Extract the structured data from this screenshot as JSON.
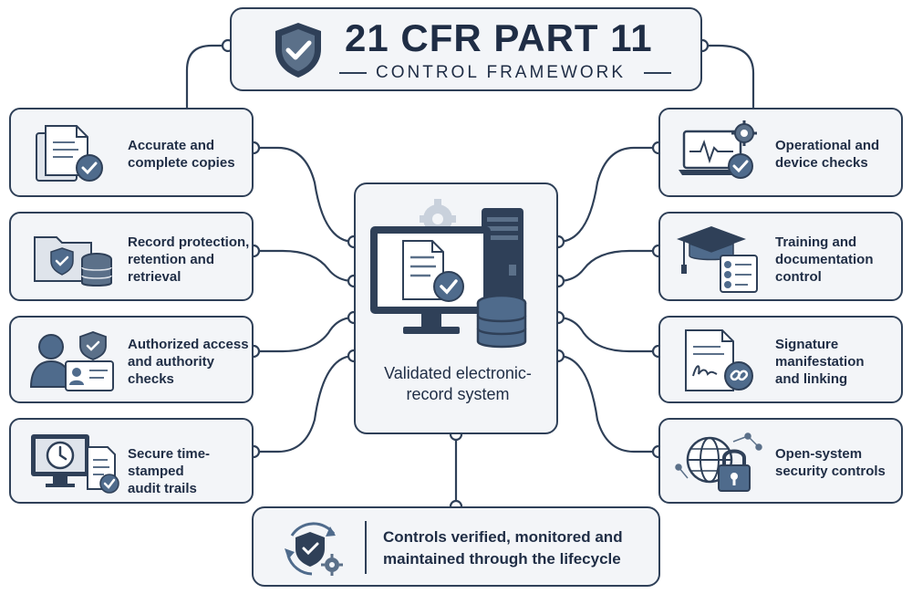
{
  "header": {
    "title": "21 CFR PART 11",
    "subtitle": "CONTROL FRAMEWORK"
  },
  "center": {
    "label": "Validated electronic-record system"
  },
  "left_cards": [
    {
      "label": "Accurate and\ncomplete copies",
      "icon": "document-check-icon"
    },
    {
      "label": "Record protection,\nretention and\nretrieval",
      "icon": "folder-database-icon"
    },
    {
      "label": "Authorized access\nand authority\nchecks",
      "icon": "user-badge-icon"
    },
    {
      "label": "Secure time-stamped\naudit trails",
      "icon": "clock-monitor-icon"
    }
  ],
  "right_cards": [
    {
      "label": "Operational and\ndevice checks",
      "icon": "laptop-heartbeat-icon"
    },
    {
      "label": "Training and\ndocumentation\ncontrol",
      "icon": "graduation-cap-icon"
    },
    {
      "label": "Signature\nmanifestation\nand linking",
      "icon": "signature-link-icon"
    },
    {
      "label": "Open-system\nsecurity controls",
      "icon": "globe-lock-icon"
    }
  ],
  "footer": {
    "label": "Controls verified, monitored and\nmaintained through the lifecycle"
  },
  "colors": {
    "navy": "#2f4058",
    "steel": "#5b7089",
    "light": "#f3f5f8",
    "accent": "#4f6b8c"
  }
}
